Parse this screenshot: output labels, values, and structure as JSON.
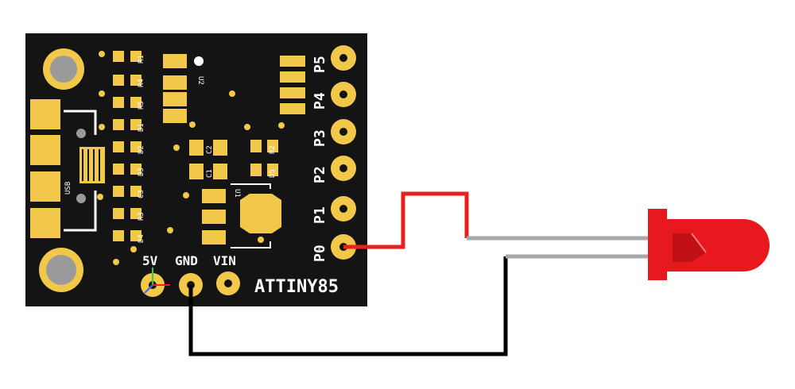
{
  "board": {
    "name": "ATTINY85",
    "pins_right": [
      {
        "label": "P5"
      },
      {
        "label": "P4"
      },
      {
        "label": "P3"
      },
      {
        "label": "P2"
      },
      {
        "label": "P1"
      },
      {
        "label": "P0"
      }
    ],
    "pins_bottom": [
      {
        "label": "5V"
      },
      {
        "label": "GND"
      },
      {
        "label": "VIN"
      }
    ],
    "components": {
      "r1": "R1",
      "r4": "R4",
      "r5": "R5",
      "d1": "D1",
      "d2": "D2",
      "d3": "D3",
      "c3": "C3",
      "r3": "R3",
      "d4": "D4",
      "c2": "C2",
      "c1": "C1",
      "r2": "R2",
      "d5": "D5",
      "u1": "U1",
      "u2": "U2",
      "usb": "USB"
    }
  },
  "colors": {
    "pcb": "#141414",
    "pad": "#f2c84b",
    "hole": "#9a9a9a",
    "wire_signal": "#e82020",
    "wire_ground": "#000000",
    "led": "#e8191e",
    "led_leads": "#a8a8a8"
  }
}
